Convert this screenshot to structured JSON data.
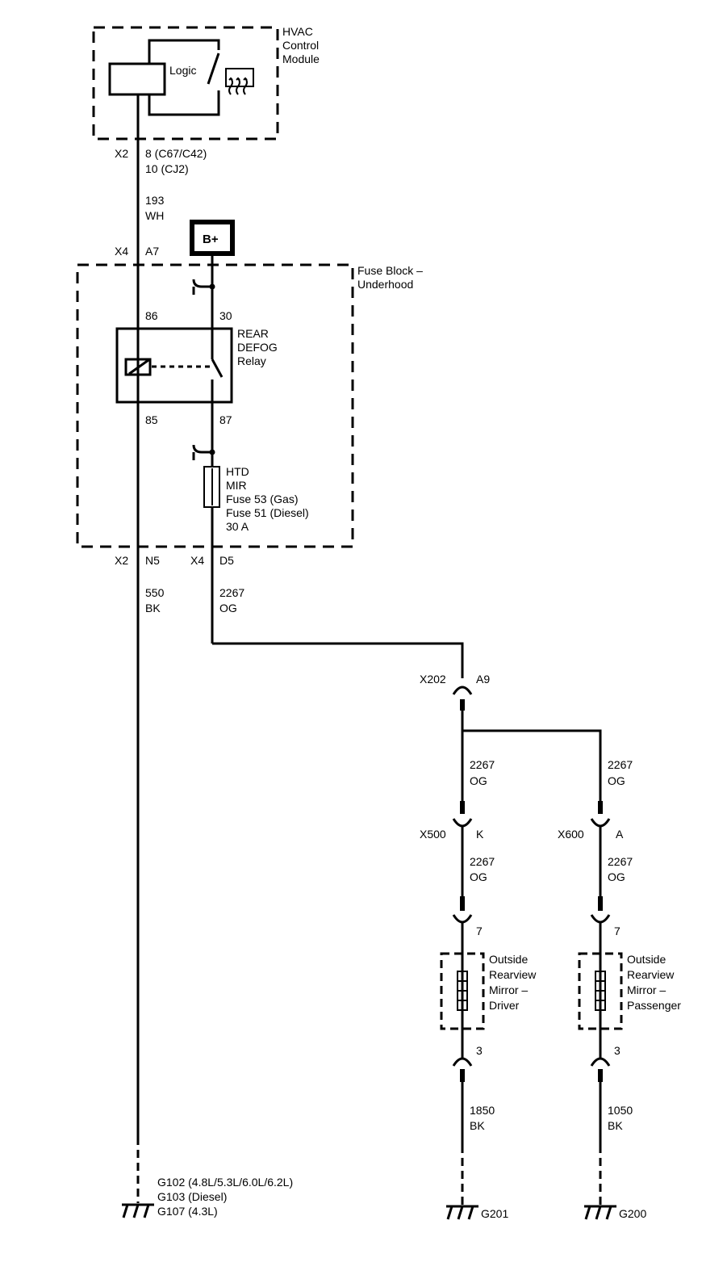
{
  "hvac": {
    "module_label": [
      "HVAC",
      "Control",
      "Module"
    ],
    "logic_label": "Logic",
    "x2_label": "X2",
    "pin_line1": "8 (C67/C42)",
    "pin_line2": "10 (CJ2)"
  },
  "wire_193": {
    "circuit": "193",
    "color": "WH"
  },
  "battery": {
    "label": "B+"
  },
  "x4_a7": {
    "connector": "X4",
    "pin": "A7"
  },
  "fuse_block": {
    "label": [
      "Fuse Block –",
      "Underhood"
    ],
    "relay_label": [
      "REAR",
      "DEFOG",
      "Relay"
    ],
    "pin86": "86",
    "pin30": "30",
    "pin85": "85",
    "pin87": "87",
    "fuse_label": [
      "HTD",
      "MIR",
      "Fuse 53 (Gas)",
      "Fuse 51 (Diesel)",
      "30 A"
    ]
  },
  "bottom_connectors": {
    "x2": "X2",
    "n5": "N5",
    "x4": "X4",
    "d5": "D5"
  },
  "wire_550": {
    "circuit": "550",
    "color": "BK"
  },
  "wire_2267_main": {
    "circuit": "2267",
    "color": "OG"
  },
  "x202": {
    "connector": "X202",
    "pin": "A9"
  },
  "driver_branch": {
    "wire_top": {
      "circuit": "2267",
      "color": "OG"
    },
    "connector": "X500",
    "pin": "K",
    "wire_mid": {
      "circuit": "2267",
      "color": "OG"
    },
    "pin7": "7",
    "mirror_label": [
      "Outside",
      "Rearview",
      "Mirror –",
      "Driver"
    ],
    "pin3": "3",
    "wire_ground": {
      "circuit": "1850",
      "color": "BK"
    },
    "ground": "G201"
  },
  "passenger_branch": {
    "wire_top": {
      "circuit": "2267",
      "color": "OG"
    },
    "connector": "X600",
    "pin": "A",
    "wire_mid": {
      "circuit": "2267",
      "color": "OG"
    },
    "pin7": "7",
    "mirror_label": [
      "Outside",
      "Rearview",
      "Mirror –",
      "Passenger"
    ],
    "pin3": "3",
    "wire_ground": {
      "circuit": "1050",
      "color": "BK"
    },
    "ground": "G200"
  },
  "left_ground": {
    "lines": [
      "G102 (4.8L/5.3L/6.0L/6.2L)",
      "G103 (Diesel)",
      "G107 (4.3L)"
    ]
  }
}
